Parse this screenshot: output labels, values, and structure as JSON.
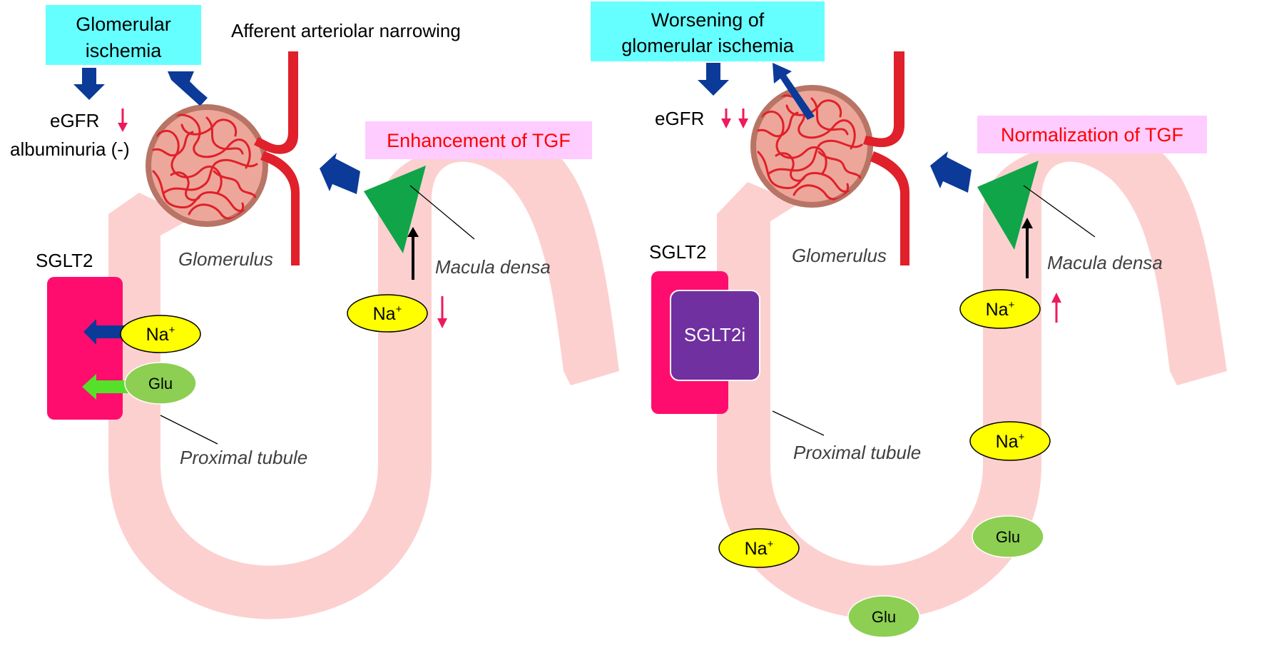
{
  "colors": {
    "tubule": "#fdd0d0",
    "glomerulus_fill": "#eda79a",
    "glomerulus_rim": "#b87464",
    "vessel": "#e0202a",
    "arrow_blue": "#0b3a98",
    "arrow_green": "#55e02a",
    "macula": "#10a548",
    "sglt2": "#ff0d6e",
    "sglt2i": "#7030a0",
    "na_fill": "#ffff00",
    "glu_fill": "#8ccf52",
    "cyan_box": "#66ffff",
    "pink_box": "#ffccff",
    "red_text": "#ff0000",
    "down_up_arrow": "#ee1a5c"
  },
  "left": {
    "ischemia_box": [
      "Glomerular",
      "ischemia"
    ],
    "afferent_label": "Afferent arteriolar narrowing",
    "egfr_label": "eGFR",
    "albuminuria_label": "albuminuria (-)",
    "tgf_box": "Enhancement of TGF",
    "glomerulus_label": "Glomerulus",
    "macula_label": "Macula densa",
    "sglt2_label": "SGLT2",
    "na_ion": "Na",
    "na_sup": "+",
    "glu": "Glu",
    "proximal_label": "Proximal tubule"
  },
  "right": {
    "ischemia_box": [
      "Worsening of",
      "glomerular ischemia"
    ],
    "egfr_label": "eGFR",
    "tgf_box": "Normalization of TGF",
    "glomerulus_label": "Glomerulus",
    "macula_label": "Macula densa",
    "sglt2_label": "SGLT2",
    "sglt2i_label": "SGLT2i",
    "na_ion": "Na",
    "na_sup": "+",
    "glu": "Glu",
    "proximal_label": "Proximal tubule"
  }
}
